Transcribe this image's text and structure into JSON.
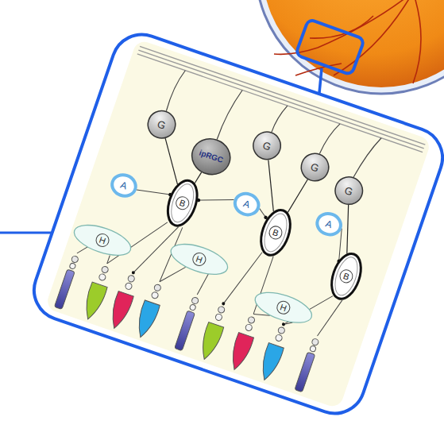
{
  "diagram": {
    "nodes": [
      {
        "text": [
          "G"
        ]
      },
      {
        "text": [
          "ipRGC"
        ]
      },
      {
        "text": [
          "G"
        ]
      },
      {
        "text": [
          "G"
        ]
      },
      {
        "text": [
          "G"
        ]
      },
      {
        "text": [
          "A"
        ]
      },
      {
        "text": [
          "A"
        ]
      },
      {
        "text": [
          "A"
        ]
      },
      {
        "text": [
          "B"
        ]
      },
      {
        "text": [
          "B"
        ]
      },
      {
        "text": [
          "B"
        ]
      },
      {
        "text": [
          "H"
        ]
      },
      {
        "text": [
          "H"
        ]
      },
      {
        "text": [
          "H"
        ]
      }
    ],
    "edges": [
      {
        "from": 8,
        "to": 0,
        "arrow": "none"
      },
      {
        "from": 8,
        "to": 1,
        "arrow": "none"
      },
      {
        "from": 9,
        "to": 2,
        "arrow": "none"
      },
      {
        "from": 9,
        "to": 3,
        "arrow": "none"
      },
      {
        "from": 10,
        "to": 4,
        "arrow": "none"
      }
    ]
  }
}
